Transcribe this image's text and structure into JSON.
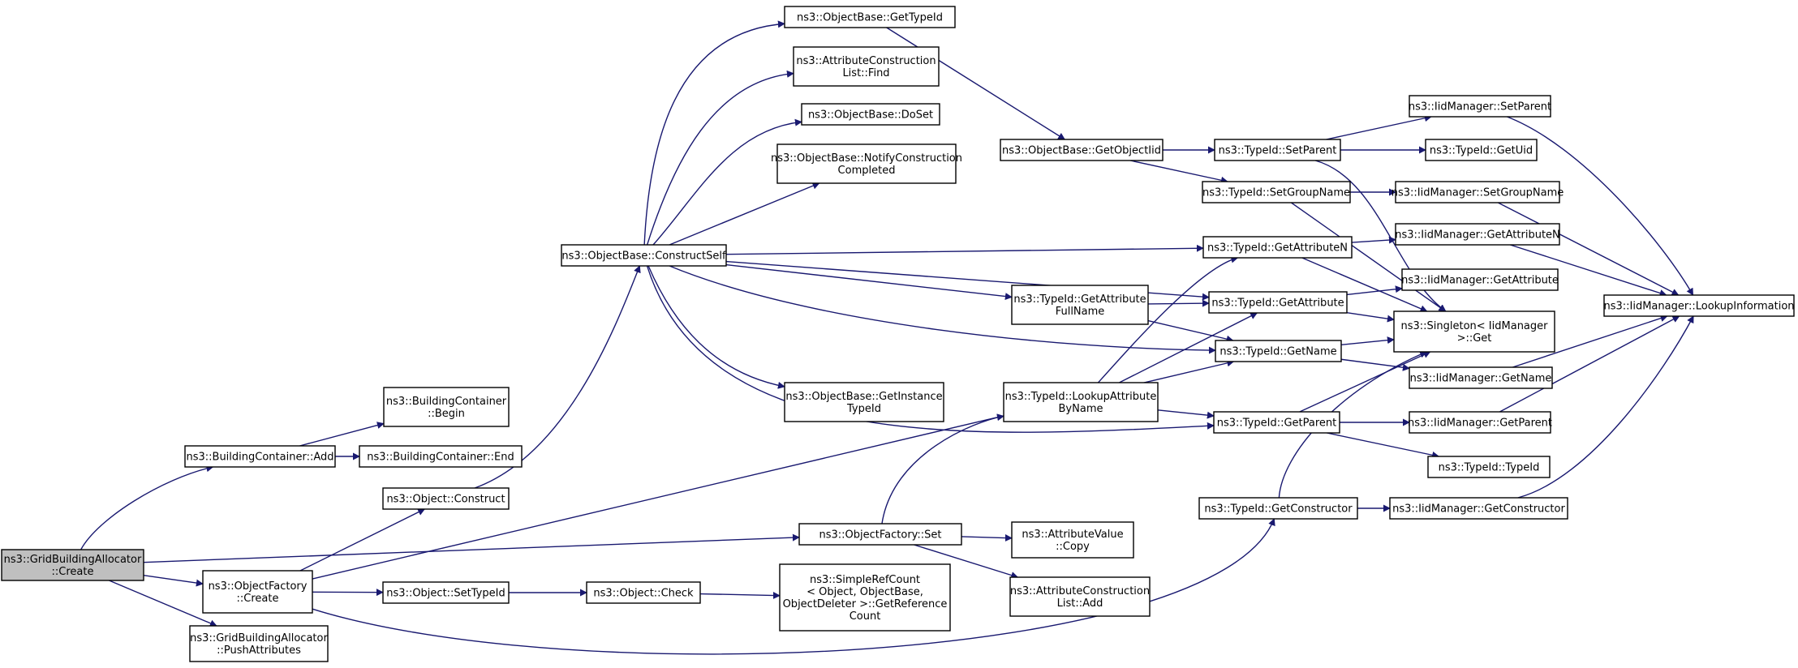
{
  "colors": {
    "edge": "#191970",
    "node_fill": "#ffffff",
    "root_fill": "#bfbfbf",
    "node_stroke": "#000000"
  },
  "nodes": [
    {
      "id": "gba_create",
      "lines": [
        "ns3::GridBuildingAllocator",
        "::Create"
      ],
      "root": true
    },
    {
      "id": "bc_add",
      "lines": [
        "ns3::BuildingContainer::Add"
      ]
    },
    {
      "id": "of_create",
      "lines": [
        "ns3::ObjectFactory",
        "::Create"
      ]
    },
    {
      "id": "gba_push",
      "lines": [
        "ns3::GridBuildingAllocator",
        "::PushAttributes"
      ]
    },
    {
      "id": "bc_begin",
      "lines": [
        "ns3::BuildingContainer",
        "::Begin"
      ]
    },
    {
      "id": "bc_end",
      "lines": [
        "ns3::BuildingContainer::End"
      ]
    },
    {
      "id": "obj_construct",
      "lines": [
        "ns3::Object::Construct"
      ]
    },
    {
      "id": "obj_settypeid",
      "lines": [
        "ns3::Object::SetTypeId"
      ]
    },
    {
      "id": "obj_check",
      "lines": [
        "ns3::Object::Check"
      ]
    },
    {
      "id": "ob_constructself",
      "lines": [
        "ns3::ObjectBase::ConstructSelf"
      ]
    },
    {
      "id": "ob_gettypeid",
      "lines": [
        "ns3::ObjectBase::GetTypeId"
      ]
    },
    {
      "id": "acl_find",
      "lines": [
        "ns3::AttributeConstruction",
        "List::Find"
      ]
    },
    {
      "id": "ob_doset",
      "lines": [
        "ns3::ObjectBase::DoSet"
      ]
    },
    {
      "id": "ob_notify",
      "lines": [
        "ns3::ObjectBase::NotifyConstruction",
        "Completed"
      ]
    },
    {
      "id": "ob_getinstance",
      "lines": [
        "ns3::ObjectBase::GetInstance",
        "TypeId"
      ]
    },
    {
      "id": "of_set",
      "lines": [
        "ns3::ObjectFactory::Set"
      ]
    },
    {
      "id": "src_getref",
      "lines": [
        "ns3::SimpleRefCount",
        "< Object, ObjectBase,",
        "ObjectDeleter >::GetReference",
        "Count"
      ]
    },
    {
      "id": "av_copy",
      "lines": [
        "ns3::AttributeValue",
        "::Copy"
      ]
    },
    {
      "id": "acl_add",
      "lines": [
        "ns3::AttributeConstruction",
        "List::Add"
      ]
    },
    {
      "id": "ob_getobjectiid",
      "lines": [
        "ns3::ObjectBase::GetObjectIid"
      ]
    },
    {
      "id": "tid_getattrfull",
      "lines": [
        "ns3::TypeId::GetAttribute",
        "FullName"
      ]
    },
    {
      "id": "tid_lookupattr",
      "lines": [
        "ns3::TypeId::LookupAttribute",
        "ByName"
      ]
    },
    {
      "id": "tid_setparent",
      "lines": [
        "ns3::TypeId::SetParent"
      ]
    },
    {
      "id": "tid_setgroupname",
      "lines": [
        "ns3::TypeId::SetGroupName"
      ]
    },
    {
      "id": "tid_getattrn",
      "lines": [
        "ns3::TypeId::GetAttributeN"
      ]
    },
    {
      "id": "tid_getattribute",
      "lines": [
        "ns3::TypeId::GetAttribute"
      ]
    },
    {
      "id": "tid_getname",
      "lines": [
        "ns3::TypeId::GetName"
      ]
    },
    {
      "id": "tid_getparent",
      "lines": [
        "ns3::TypeId::GetParent"
      ]
    },
    {
      "id": "tid_getconstructor",
      "lines": [
        "ns3::TypeId::GetConstructor"
      ]
    },
    {
      "id": "singleton_get",
      "lines": [
        "ns3::Singleton< IidManager",
        "  >::Get"
      ]
    },
    {
      "id": "iid_setparent",
      "lines": [
        "ns3::IidManager::SetParent"
      ]
    },
    {
      "id": "tid_getuid",
      "lines": [
        "ns3::TypeId::GetUid"
      ]
    },
    {
      "id": "iid_setgroupname",
      "lines": [
        "ns3::IidManager::SetGroupName"
      ]
    },
    {
      "id": "iid_getattrn",
      "lines": [
        "ns3::IidManager::GetAttributeN"
      ]
    },
    {
      "id": "iid_getattribute",
      "lines": [
        "ns3::IidManager::GetAttribute"
      ]
    },
    {
      "id": "iid_getname",
      "lines": [
        "ns3::IidManager::GetName"
      ]
    },
    {
      "id": "iid_getparent",
      "lines": [
        "ns3::IidManager::GetParent"
      ]
    },
    {
      "id": "tid_typeid",
      "lines": [
        "ns3::TypeId::TypeId"
      ]
    },
    {
      "id": "iid_getconstructor",
      "lines": [
        "ns3::IidManager::GetConstructor"
      ]
    },
    {
      "id": "iid_lookupinfo",
      "lines": [
        "ns3::IidManager::LookupInformation"
      ]
    }
  ],
  "edges": [
    {
      "from": "gba_create",
      "to": "bc_add"
    },
    {
      "from": "gba_create",
      "to": "of_create"
    },
    {
      "from": "gba_create",
      "to": "gba_push"
    },
    {
      "from": "gba_create",
      "to": "of_set"
    },
    {
      "from": "bc_add",
      "to": "bc_begin"
    },
    {
      "from": "bc_add",
      "to": "bc_end"
    },
    {
      "from": "of_create",
      "to": "obj_construct"
    },
    {
      "from": "of_create",
      "to": "obj_settypeid"
    },
    {
      "from": "of_create",
      "to": "tid_getconstructor"
    },
    {
      "from": "of_create",
      "to": "tid_getname"
    },
    {
      "from": "obj_construct",
      "to": "ob_constructself"
    },
    {
      "from": "obj_settypeid",
      "to": "obj_check"
    },
    {
      "from": "obj_check",
      "to": "src_getref"
    },
    {
      "from": "ob_constructself",
      "to": "ob_gettypeid"
    },
    {
      "from": "ob_constructself",
      "to": "acl_find"
    },
    {
      "from": "ob_constructself",
      "to": "ob_doset"
    },
    {
      "from": "ob_constructself",
      "to": "ob_notify"
    },
    {
      "from": "ob_constructself",
      "to": "ob_getinstance"
    },
    {
      "from": "ob_constructself",
      "to": "tid_getattrfull"
    },
    {
      "from": "ob_constructself",
      "to": "tid_getattrn"
    },
    {
      "from": "ob_constructself",
      "to": "tid_getattribute"
    },
    {
      "from": "ob_constructself",
      "to": "tid_getname"
    },
    {
      "from": "ob_constructself",
      "to": "tid_getparent"
    },
    {
      "from": "ob_gettypeid",
      "to": "ob_getobjectiid"
    },
    {
      "from": "of_set",
      "to": "tid_lookupattr"
    },
    {
      "from": "of_set",
      "to": "av_copy"
    },
    {
      "from": "of_set",
      "to": "acl_add"
    },
    {
      "from": "ob_getobjectiid",
      "to": "tid_setparent"
    },
    {
      "from": "ob_getobjectiid",
      "to": "tid_setgroupname"
    },
    {
      "from": "tid_getattrfull",
      "to": "tid_getattribute"
    },
    {
      "from": "tid_getattrfull",
      "to": "tid_getname"
    },
    {
      "from": "tid_lookupattr",
      "to": "tid_getattrn"
    },
    {
      "from": "tid_lookupattr",
      "to": "tid_getattribute"
    },
    {
      "from": "tid_lookupattr",
      "to": "tid_getparent"
    },
    {
      "from": "tid_setparent",
      "to": "iid_setparent"
    },
    {
      "from": "tid_setparent",
      "to": "tid_getuid"
    },
    {
      "from": "tid_setparent",
      "to": "singleton_get"
    },
    {
      "from": "tid_setgroupname",
      "to": "iid_setgroupname"
    },
    {
      "from": "tid_setgroupname",
      "to": "singleton_get"
    },
    {
      "from": "tid_getattrn",
      "to": "iid_getattrn"
    },
    {
      "from": "tid_getattrn",
      "to": "singleton_get"
    },
    {
      "from": "tid_getattribute",
      "to": "iid_getattribute"
    },
    {
      "from": "tid_getattribute",
      "to": "singleton_get"
    },
    {
      "from": "tid_getname",
      "to": "singleton_get"
    },
    {
      "from": "tid_getname",
      "to": "iid_getname"
    },
    {
      "from": "tid_getparent",
      "to": "singleton_get"
    },
    {
      "from": "tid_getparent",
      "to": "iid_getparent"
    },
    {
      "from": "tid_getparent",
      "to": "tid_typeid"
    },
    {
      "from": "tid_getconstructor",
      "to": "singleton_get"
    },
    {
      "from": "tid_getconstructor",
      "to": "iid_getconstructor"
    },
    {
      "from": "iid_setparent",
      "to": "iid_lookupinfo"
    },
    {
      "from": "iid_setgroupname",
      "to": "iid_lookupinfo"
    },
    {
      "from": "iid_getattrn",
      "to": "iid_lookupinfo"
    },
    {
      "from": "iid_getname",
      "to": "iid_lookupinfo"
    },
    {
      "from": "iid_getparent",
      "to": "iid_lookupinfo"
    },
    {
      "from": "iid_getconstructor",
      "to": "iid_lookupinfo"
    }
  ]
}
